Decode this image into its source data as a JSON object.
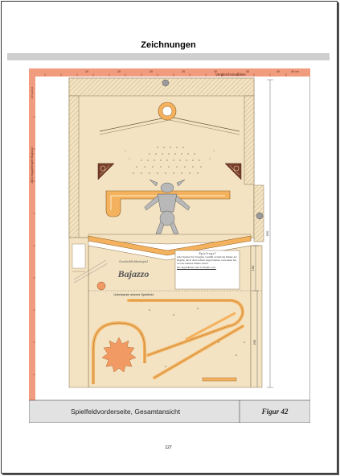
{
  "page": {
    "heading": "Zeichnungen",
    "page_number": "127"
  },
  "drawing": {
    "ruler_label": "Vergleichsmaßlinie",
    "ruler_ticks": [
      "10",
      "15",
      "20",
      "25",
      "30",
      "35",
      "40",
      "45 cm"
    ],
    "side_caption": "ABC Bagatellspiel Bajazzo",
    "side_code": "ATS-20-04",
    "dimension_top": "630",
    "dimension_mid": "100",
    "dimension_low": "295",
    "label_gesch": "Geschicklichkeitsspiel",
    "label_title": "Bajazzo",
    "label_unterkante": "Unterkante oberes Spielfeld",
    "rules": {
      "title": "Spielregel",
      "text": "Jeder Spieler hat 5 Kugeln. Gezählt werden die Punkte der Kugeln, die in den Löchern liegen bleiben. Gewonnen hat, wer die meisten Punkte erzielt.",
      "note": "Die Jugendfelder sind 10 Punkte wert."
    },
    "caption": "Spielfeldvorderseite, Gesamtansicht",
    "figure_label": "Figur 42"
  },
  "colors": {
    "ruler": "#f19c7e",
    "wood": "#f3e3c3",
    "wood_dark": "#e8d3a8",
    "rail": "#f5b25e",
    "gear": "#f29a63",
    "figure": "#b8b8b8",
    "caption_bar": "#e2e2e2"
  }
}
